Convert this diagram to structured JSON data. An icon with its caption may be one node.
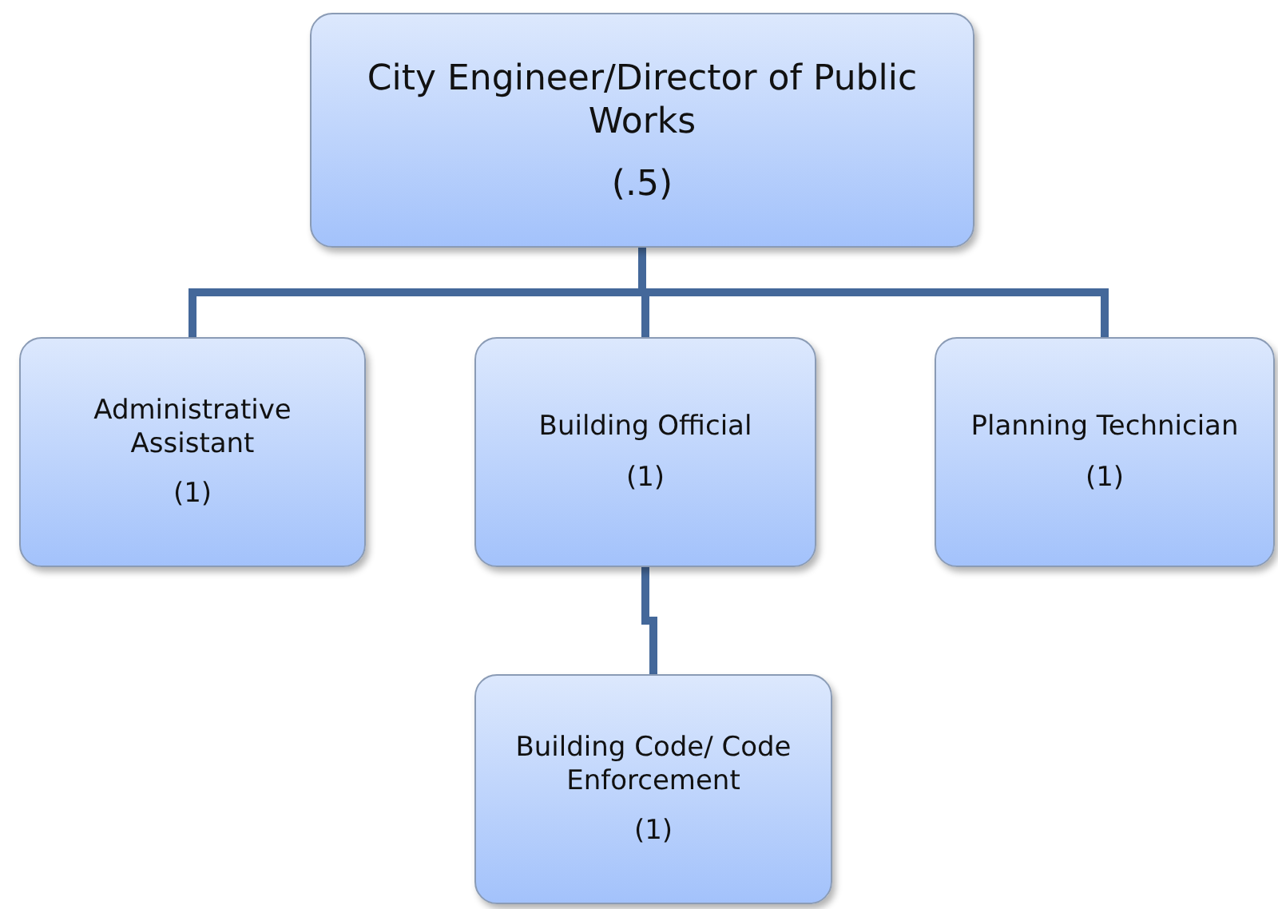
{
  "diagram": {
    "nodes": [
      {
        "text": [
          "City Engineer/Director of Public Works",
          "(.5)"
        ]
      },
      {
        "text": [
          "Administrative Assistant",
          "(1)"
        ]
      },
      {
        "text": [
          "Building Official",
          "(1)"
        ]
      },
      {
        "text": [
          "Planning Technician",
          "(1)"
        ]
      },
      {
        "text": [
          "Building Code/ Code Enforcement",
          "(1)"
        ]
      }
    ],
    "edges": [
      {
        "from": 0,
        "to": 1,
        "arrow": "none"
      },
      {
        "from": 0,
        "to": 2,
        "arrow": "none"
      },
      {
        "from": 0,
        "to": 3,
        "arrow": "none"
      },
      {
        "from": 2,
        "to": 4,
        "arrow": "none"
      }
    ]
  }
}
